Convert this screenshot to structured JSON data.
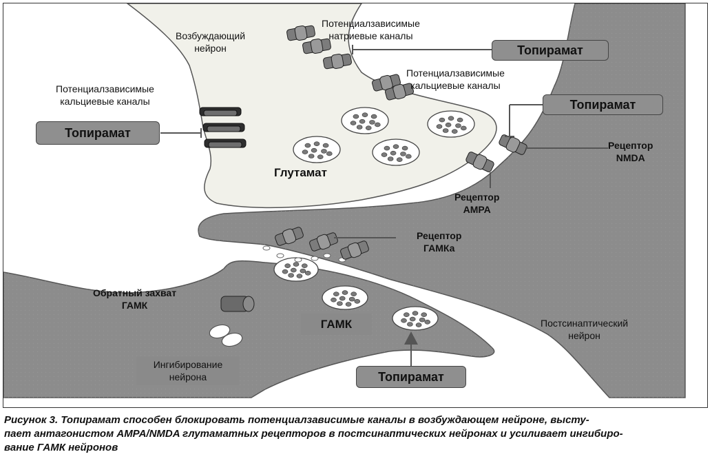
{
  "figure": {
    "labels": {
      "excitatory_neuron": [
        "Возбуждающий",
        "нейрон"
      ],
      "na_channels": [
        "Потенциалзависимые",
        "натриевые каналы"
      ],
      "ca_channels_right": [
        "Потенциалзависимые",
        "кальциевые каналы"
      ],
      "ca_channels_left": [
        "Потенциалзависимые",
        "кальциевые каналы"
      ],
      "glutamate": "Глутамат",
      "nmda_receptor": [
        "Рецептор",
        "NMDA"
      ],
      "ampa_receptor": [
        "Рецептор",
        "AMPA"
      ],
      "gaba_a_receptor": [
        "Рецептор",
        "ГАМКа"
      ],
      "gaba_reuptake": [
        "Обратный захват",
        "ГАМК"
      ],
      "gaba": "ГАМК",
      "postsynaptic_neuron": [
        "Постсинаптический",
        "нейрон"
      ],
      "neuron_inhibition": [
        "Ингибирование",
        "нейрона"
      ]
    },
    "drug_name": "Топирамат",
    "colors": {
      "excitatory_fill": "#f1f1ea",
      "neuron_fill": "#8c8c8c",
      "drug_box": "#8f8f8f",
      "vesicle_dot": "#7a7a7a"
    }
  },
  "caption": [
    "Рисунок 3. Топирамат способен блокировать потенциалзависимые каналы в возбуждающем нейроне, высту-",
    "пает антагонистом AMPA/NMDA глутаматных рецепторов в постсинаптических нейронах и усиливает ингибиро-",
    "вание ГАМК нейронов"
  ]
}
